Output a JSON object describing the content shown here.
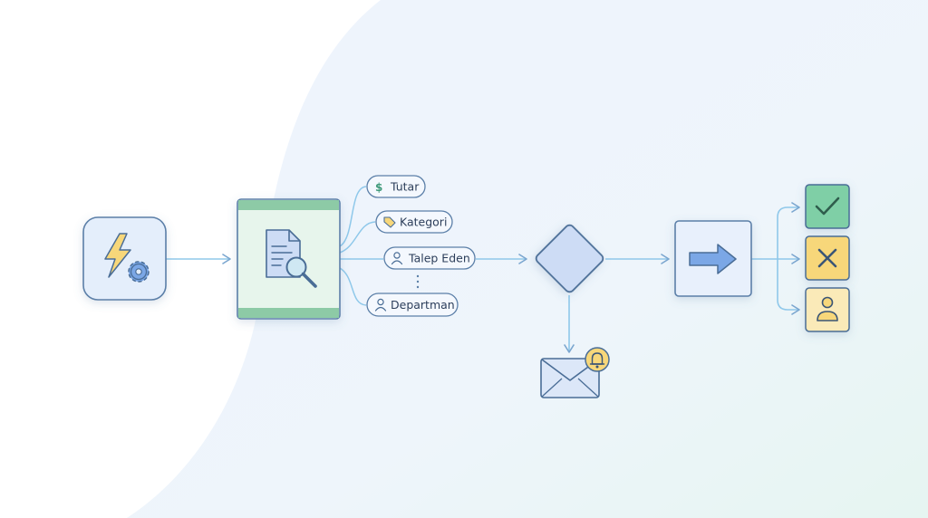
{
  "diagram": {
    "fields": [
      {
        "label": "Tutar",
        "icon": "dollar-icon"
      },
      {
        "label": "Kategori",
        "icon": "tag-icon"
      },
      {
        "label": "Talep Eden",
        "icon": "user-icon"
      },
      {
        "label": "Departman",
        "icon": "user-icon"
      }
    ],
    "colors": {
      "flow_line": "#8fc8ea",
      "node_stroke": "#5b7fa8",
      "trigger_fill": "#e4eefb",
      "extract_fill": "#e7f5ec",
      "extract_band": "#8dcaa6",
      "decision_fill": "#cddcf5",
      "action_fill": "#e8f0fc",
      "arrow_fill": "#7ba7e6",
      "approve_fill": "#7fcfa6",
      "reject_fill": "#f7d77a",
      "escalate_fill": "#faeab8",
      "notify_badge": "#f7d77a"
    }
  }
}
